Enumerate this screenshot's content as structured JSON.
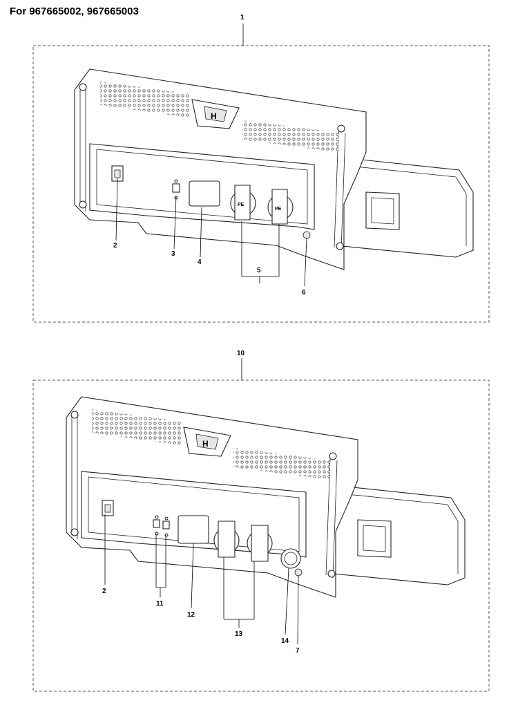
{
  "header": {
    "title": "For 967665002, 967665003"
  },
  "assemblies": [
    {
      "id": "1",
      "callouts": [
        "2",
        "3",
        "4",
        "5",
        "6"
      ]
    },
    {
      "id": "10",
      "callouts": [
        "2",
        "11",
        "12",
        "13",
        "14",
        "7"
      ]
    }
  ],
  "icons": {
    "logo": "husqvarna-crown-logo",
    "switch": "rocker-switch-icon",
    "socket": "schuko-socket-icon"
  },
  "colors": {
    "line": "#222222",
    "frame": "#555555",
    "background": "#ffffff"
  }
}
